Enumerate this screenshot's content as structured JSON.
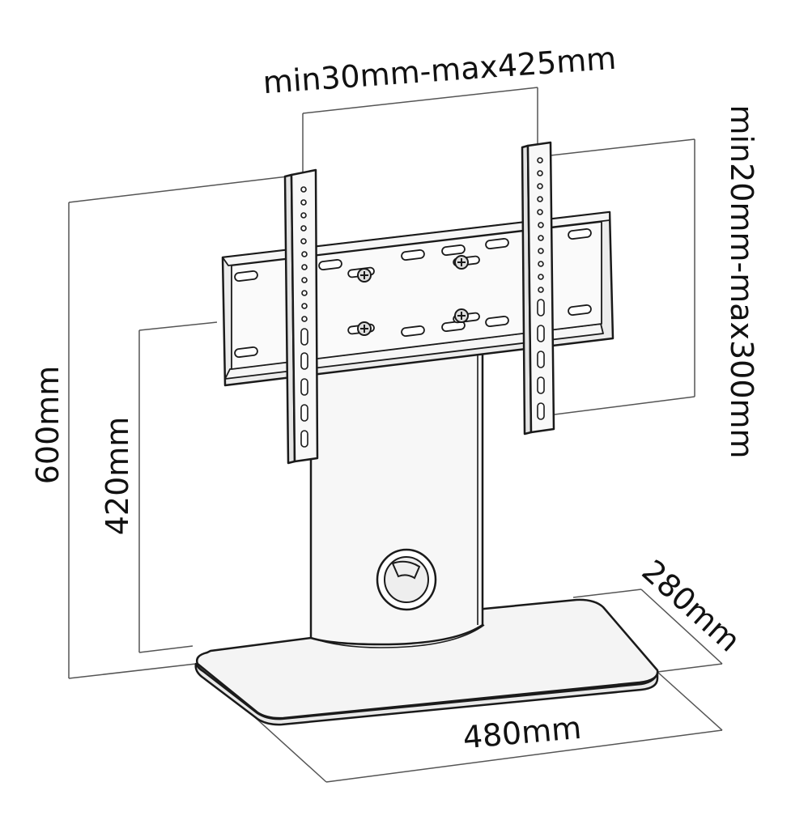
{
  "diagram": {
    "dimensions": {
      "vesa_horizontal": "min30mm-max425mm",
      "vesa_vertical": "min20mm-max300mm",
      "height_max": "600mm",
      "height_min": "420mm",
      "base_width": "480mm",
      "base_depth": "280mm"
    },
    "colors": {
      "line": "#1a1a1a",
      "dim_line": "#555555",
      "fill_light": "#f4f4f4",
      "fill_mid": "#e6e6e6",
      "background": "#ffffff"
    }
  }
}
